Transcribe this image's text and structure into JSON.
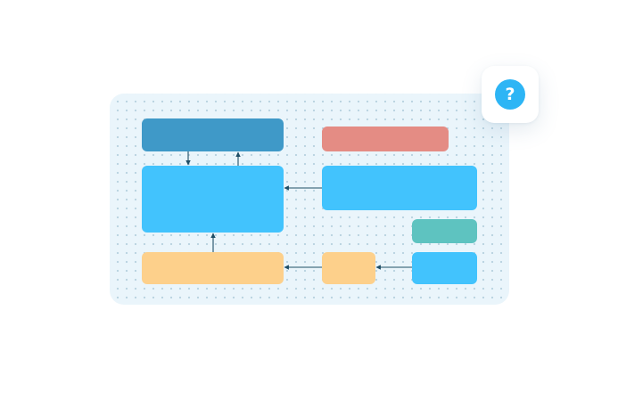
{
  "colors": {
    "canvas_background": "#eaf5fb",
    "grid_dot": "#b9d3e0",
    "connector": "#1f4e66",
    "help_button": "#2db5f5",
    "help_card": "#ffffff"
  },
  "diagram": {
    "nodes": [
      {
        "name": "node-dark-blue-top",
        "color": "#3f99c8"
      },
      {
        "name": "node-salmon-top-right",
        "color": "#e48c84"
      },
      {
        "name": "node-blue-main",
        "color": "#42c3fd"
      },
      {
        "name": "node-blue-right",
        "color": "#42c3fd"
      },
      {
        "name": "node-teal-right",
        "color": "#5ec3c0"
      },
      {
        "name": "node-orange-bottom-left",
        "color": "#fdd08b"
      },
      {
        "name": "node-orange-small",
        "color": "#fdd08b"
      },
      {
        "name": "node-blue-small-right",
        "color": "#42c3fd"
      }
    ],
    "connectors": [
      {
        "from": "node-dark-blue-top",
        "to": "node-blue-main"
      },
      {
        "from": "node-blue-main",
        "to": "node-dark-blue-top"
      },
      {
        "from": "node-blue-right",
        "to": "node-blue-main"
      },
      {
        "from": "node-orange-bottom-left",
        "to": "node-blue-main"
      },
      {
        "from": "node-orange-small",
        "to": "node-orange-bottom-left"
      },
      {
        "from": "node-blue-small-right",
        "to": "node-orange-small"
      }
    ]
  },
  "help": {
    "icon": "question-mark-icon",
    "glyph": "?"
  }
}
